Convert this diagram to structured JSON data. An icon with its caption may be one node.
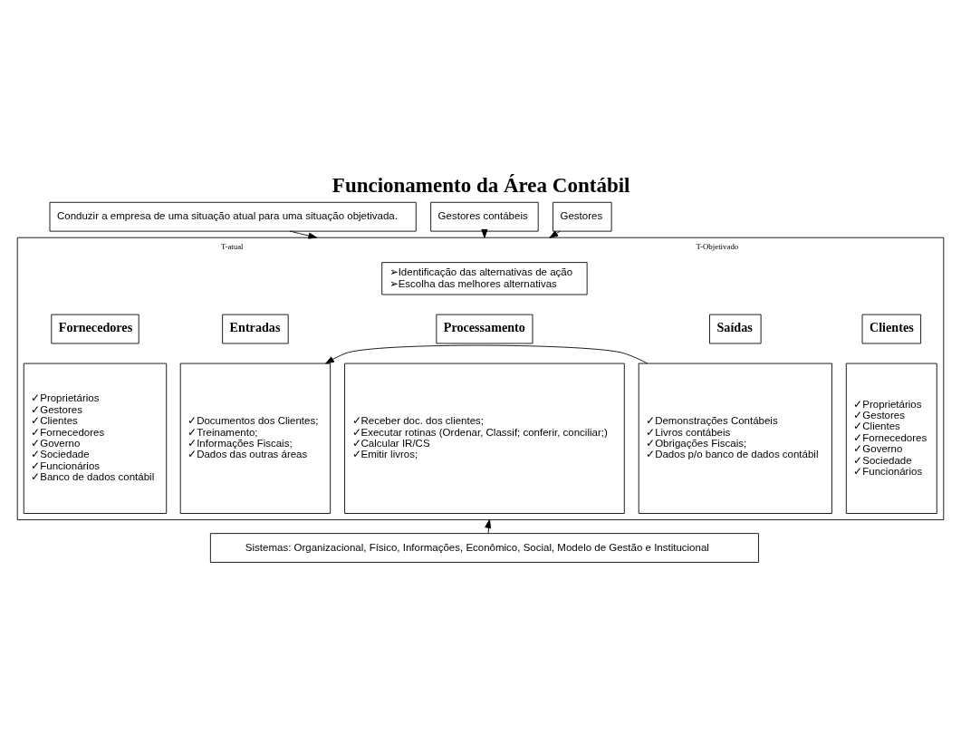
{
  "diagram": {
    "title": "Funcionamento da Área Contábil",
    "nodes": [
      {
        "text": [
          "Conduzir a empresa de uma situação atual para uma situação objetivada."
        ]
      },
      {
        "text": [
          "Gestores contábeis"
        ]
      },
      {
        "text": [
          "Gestores"
        ]
      },
      {
        "text": [
          "T-atual",
          "T-Objetivado"
        ]
      },
      {
        "text": [
          "➢Identificação das alternativas de ação",
          "➢Escolha das melhores alternativas"
        ],
        "in": 3
      },
      {
        "text": [
          "Fornecedores"
        ],
        "in": 3
      },
      {
        "text": [
          "Entradas"
        ],
        "in": 3
      },
      {
        "text": [
          "Processamento"
        ],
        "in": 3
      },
      {
        "text": [
          "Saídas"
        ],
        "in": 3
      },
      {
        "text": [
          "Clientes"
        ],
        "in": 3
      },
      {
        "text": [
          "✓Proprietários",
          "✓Gestores",
          "✓Clientes",
          "✓Fornecedores",
          "✓Governo",
          "✓Sociedade",
          "✓Funcionários",
          "✓Banco de dados contábil"
        ],
        "in": 3
      },
      {
        "text": [
          "✓Documentos dos Clientes;",
          "✓Treinamento;",
          "✓Informações Fiscais;",
          "✓Dados das outras áreas"
        ],
        "in": 3
      },
      {
        "text": [
          "✓Receber doc. dos clientes;",
          "✓Executar rotinas (Ordenar, Classif; conferir, conciliar;)",
          "✓Calcular IR/CS",
          "✓Emitir livros;"
        ],
        "in": 3
      },
      {
        "text": [
          "✓Demonstrações Contábeis",
          "✓Livros contábeis",
          "✓Obrigações Fiscais;",
          "✓Dados p/o banco de dados contábil"
        ],
        "in": 3
      },
      {
        "text": [
          "✓Proprietários",
          "✓Gestores",
          "✓Clientes",
          "✓Fornecedores",
          "✓Governo",
          "✓Sociedade",
          "✓Funcionários"
        ],
        "in": 3
      },
      {
        "text": [
          "Sistemas: Organizacional, Físico, Informações, Econômico, Social, Modelo de Gestão e Institucional"
        ]
      }
    ],
    "edges": [
      {
        "from": 0,
        "to": 3,
        "arrow": "to"
      },
      {
        "from": 1,
        "to": 3,
        "arrow": "to"
      },
      {
        "from": 2,
        "to": 3,
        "arrow": "to"
      },
      {
        "from": 13,
        "to": 11,
        "arrow": "to"
      },
      {
        "from": 15,
        "to": 3,
        "arrow": "to"
      }
    ]
  }
}
